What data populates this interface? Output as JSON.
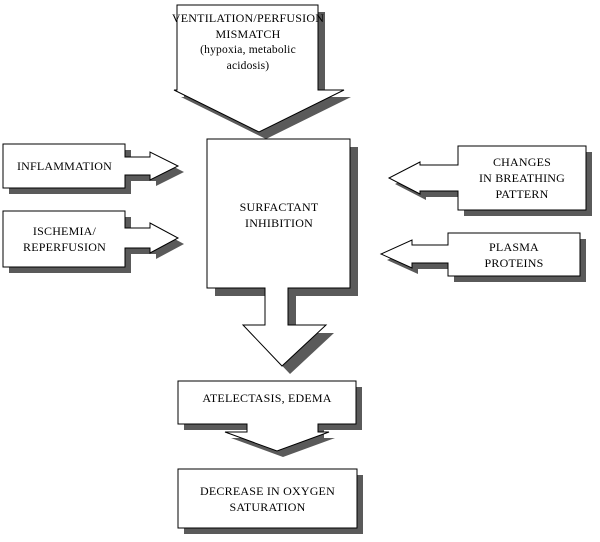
{
  "boxes": {
    "ventilation": {
      "title": "VENTILATION/PERFUSION\nMISMATCH",
      "subtitle": "(hypoxia, metabolic acidosis)"
    },
    "inflammation": {
      "title": "INFLAMMATION"
    },
    "ischemia": {
      "title": "ISCHEMIA/\nREPERFUSION"
    },
    "surfactant": {
      "title": "SURFACTANT\nINHIBITION"
    },
    "breathing": {
      "title": "CHANGES\nIN BREATHING\nPATTERN"
    },
    "plasma": {
      "title": "PLASMA\nPROTEINS"
    },
    "atelectasis": {
      "title": "ATELECTASIS, EDEMA"
    },
    "oxygen": {
      "title": "DECREASE IN OXYGEN\nSATURATION"
    }
  },
  "colors": {
    "stroke": "#000000",
    "fill": "#ffffff",
    "shadow": "#5a5a5a"
  }
}
